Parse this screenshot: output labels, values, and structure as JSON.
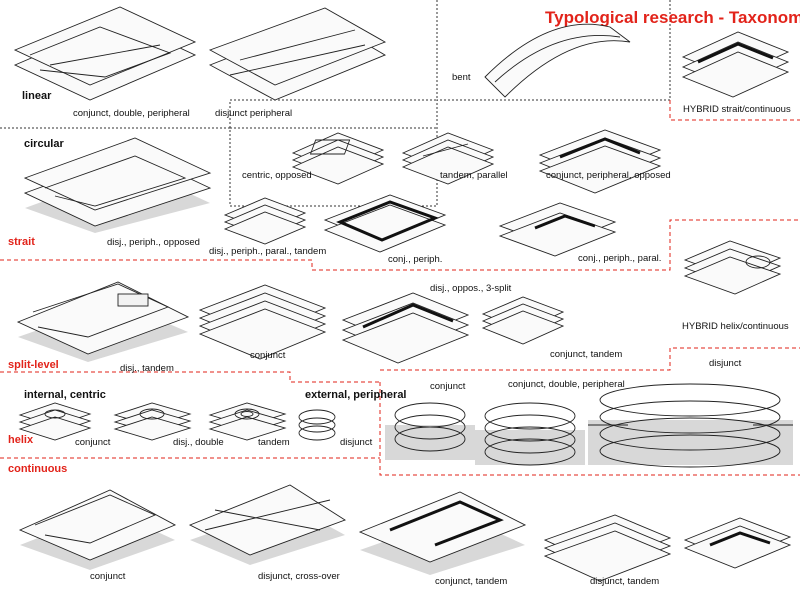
{
  "title": "Typological research - Taxonomy",
  "categories": {
    "linear": "linear",
    "circular": "circular",
    "strait": "strait",
    "split_level": "split-level",
    "internal_centric": "internal, centric",
    "helix": "helix",
    "external_peripheral": "external, peripheral",
    "continuous": "continuous"
  },
  "captions": {
    "linear_1": "conjunct, double, peripheral",
    "linear_2": "disjunct peripheral",
    "bent": "bent",
    "hybrid_strait": "HYBRID strait/continuous",
    "centric_opposed": "centric, opposed",
    "tandem_parallel": "tandem, parallel",
    "conj_periph_opposed": "conjunct, peripheral, opposed",
    "circ_disj": "disj., periph., opposed",
    "strait_1": "disj., periph., paral., tandem",
    "strait_2": "conj., periph.",
    "strait_3": "conj., periph., paral.",
    "hybrid_helix": "HYBRID helix/continuous",
    "split_1": "disj., tandem",
    "split_2": "conjunct",
    "split_3": "disj., oppos., 3-split",
    "split_4": "conjunct, tandem",
    "helix_1": "conjunct",
    "helix_2": "disj., double",
    "helix_3": "tandem",
    "ext_1": "disjunct",
    "ext_2": "conjunct",
    "ext_3": "conjunct, double, peripheral",
    "ext_4": "disjunct",
    "cont_1": "conjunct",
    "cont_2": "disjunct, cross-over",
    "cont_3": "conjunct, tandem",
    "cont_4": "disjunct, tandem"
  },
  "colors": {
    "accent": "#e2231a",
    "ink": "#111111"
  }
}
